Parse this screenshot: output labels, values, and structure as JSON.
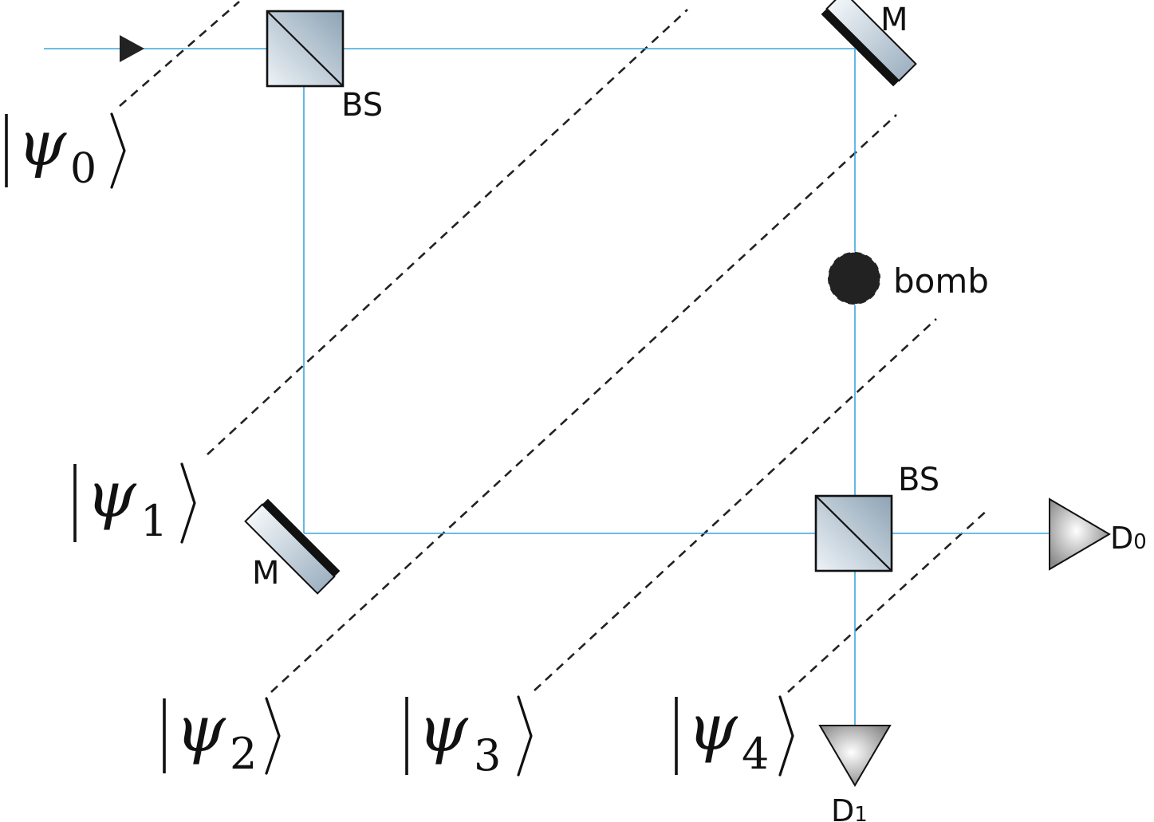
{
  "components": {
    "beam_splitter_1": "BS",
    "beam_splitter_2": "BS",
    "mirror_top": "M",
    "mirror_bottom": "M",
    "bomb": "bomb",
    "detector_0": {
      "base": "D",
      "sub": "0"
    },
    "detector_1": {
      "base": "D",
      "sub": "1"
    }
  },
  "states": [
    {
      "symbol": "ψ",
      "sub": "0"
    },
    {
      "symbol": "ψ",
      "sub": "1"
    },
    {
      "symbol": "ψ",
      "sub": "2"
    },
    {
      "symbol": "ψ",
      "sub": "3"
    },
    {
      "symbol": "ψ",
      "sub": "4"
    }
  ],
  "colors": {
    "beam": "#3aa6e0",
    "bomb": "#222222"
  }
}
